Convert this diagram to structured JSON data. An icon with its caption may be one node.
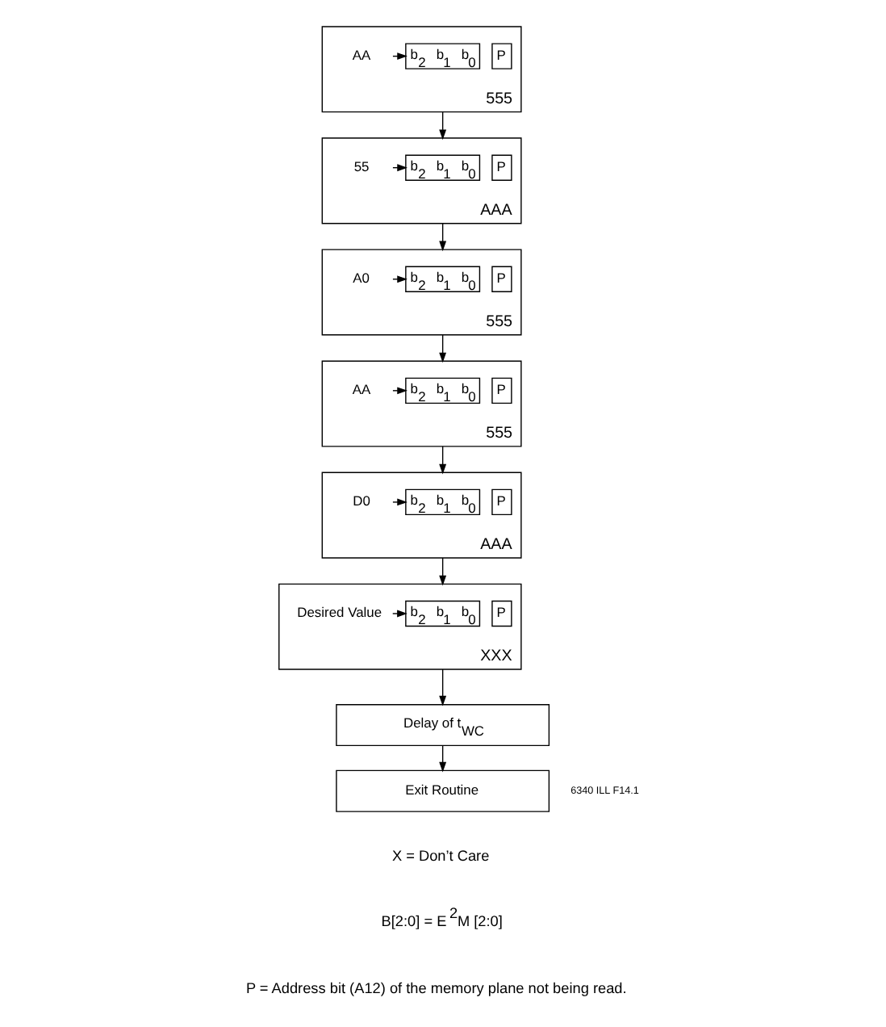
{
  "diagram": {
    "nodes": [
      {
        "text": [
          "555"
        ]
      },
      {
        "text": [
          "AA"
        ],
        "in": 0
      },
      {
        "text": [
          "b$_{2}$  b$_{1}$  b$_{0}$"
        ],
        "in": 0
      },
      {
        "text": [
          "P"
        ],
        "in": 0
      },
      {
        "text": [
          "AAA"
        ]
      },
      {
        "text": [
          "55"
        ],
        "in": 4
      },
      {
        "text": [
          "b$_{2}$  b$_{1}$  b$_{0}$"
        ],
        "in": 4
      },
      {
        "text": [
          "P"
        ],
        "in": 4
      },
      {
        "text": [
          "555"
        ]
      },
      {
        "text": [
          "A0"
        ],
        "in": 8
      },
      {
        "text": [
          "b$_{2}$  b$_{1}$  b$_{0}$"
        ],
        "in": 8
      },
      {
        "text": [
          "P"
        ],
        "in": 8
      },
      {
        "text": [
          "555"
        ]
      },
      {
        "text": [
          "AA"
        ],
        "in": 12
      },
      {
        "text": [
          "b$_{2}$  b$_{1}$  b$_{0}$"
        ],
        "in": 12
      },
      {
        "text": [
          "P"
        ],
        "in": 12
      },
      {
        "text": [
          "AAA"
        ]
      },
      {
        "text": [
          "D0"
        ],
        "in": 16
      },
      {
        "text": [
          "b$_{2}$  b$_{1}$  b$_{0}$"
        ],
        "in": 16
      },
      {
        "text": [
          "P"
        ],
        "in": 16
      },
      {
        "text": [
          "XXX"
        ]
      },
      {
        "text": [
          "Desired Value"
        ],
        "in": 20
      },
      {
        "text": [
          "b$_{2}$  b$_{1}$  b$_{0}$"
        ],
        "in": 20
      },
      {
        "text": [
          "P"
        ],
        "in": 20
      },
      {
        "text": [
          "Delay of t$_{WC}$"
        ]
      },
      {
        "text": [
          "Exit Routine"
        ]
      }
    ],
    "edges": [
      {
        "from": 1,
        "to": 2,
        "arrow": "to"
      },
      {
        "from": 0,
        "to": 4,
        "arrow": "to"
      },
      {
        "from": 5,
        "to": 6,
        "arrow": "to"
      },
      {
        "from": 4,
        "to": 8,
        "arrow": "to"
      },
      {
        "from": 9,
        "to": 10,
        "arrow": "to"
      },
      {
        "from": 8,
        "to": 12,
        "arrow": "to"
      },
      {
        "from": 13,
        "to": 14,
        "arrow": "to"
      },
      {
        "from": 12,
        "to": 16,
        "arrow": "to"
      },
      {
        "from": 17,
        "to": 18,
        "arrow": "to"
      },
      {
        "from": 16,
        "to": 20,
        "arrow": "to"
      },
      {
        "from": 21,
        "to": 22,
        "arrow": "to"
      },
      {
        "from": 20,
        "to": 24,
        "arrow": "to"
      },
      {
        "from": 24,
        "to": 25,
        "arrow": "to"
      }
    ],
    "labels": [
      "6340 ILL F14.1",
      "X = Don’t Care",
      "B[2:0] = E$^{2}$M [2:0]",
      "P = Address bit (A12) of the memory plane not being read."
    ]
  }
}
